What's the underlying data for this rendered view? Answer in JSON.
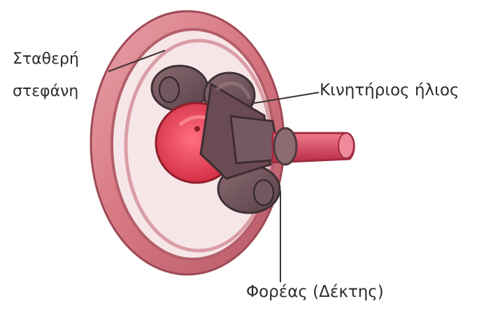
{
  "labels": {
    "fixed_ring_line1": "Σταθερή",
    "fixed_ring_line2": "στεφάνη",
    "sun_gear": "Κινητήριος ήλιος",
    "carrier": "Φορέας (Δέκτης)"
  },
  "colors": {
    "background": "#ffffff",
    "ring_fill": "#d87983",
    "ring_edge": "#a94d58",
    "planet": "#6c4f55",
    "sun_gear": "#e0384c",
    "shaft": "#d9435a",
    "text": "#2f2a30",
    "leader_line": "#3b3336"
  },
  "icons": {
    "ring": "fixed-ring-gear-icon",
    "planets": "planet-gear-icon",
    "sun": "sun-gear-icon",
    "carrier": "carrier-icon",
    "shaft": "output-shaft-icon"
  }
}
